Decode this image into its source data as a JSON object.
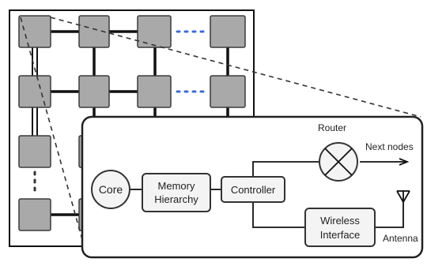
{
  "diagram": {
    "blocks": {
      "core": "Core",
      "memory_line1": "Memory",
      "memory_line2": "Hierarchy",
      "controller": "Controller",
      "wireless_line1": "Wireless",
      "wireless_line2": "Interface"
    },
    "labels": {
      "router": "Router",
      "next_nodes": "Next nodes",
      "antenna": "Antenna"
    }
  }
}
